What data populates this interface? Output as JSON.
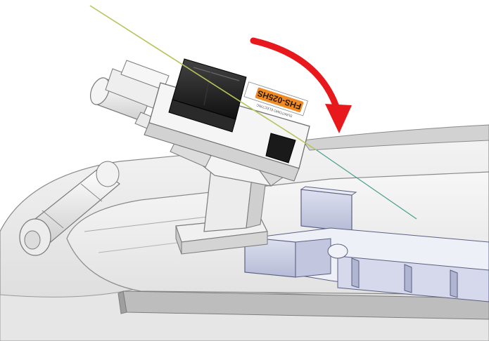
{
  "holder": {
    "model_label": "FHS-025HS",
    "maker_text": "SUMITOMO ELECTRIC"
  },
  "indicator": {
    "direction": "clockwise",
    "color": "#e8191d"
  },
  "colors": {
    "fiber_yellow": "#b9c35a",
    "fiber_green": "#4a9e8c",
    "holder_black": "#1f1f1f",
    "label_orange": "#f08a24",
    "tray_blue": "#c9cde4"
  }
}
